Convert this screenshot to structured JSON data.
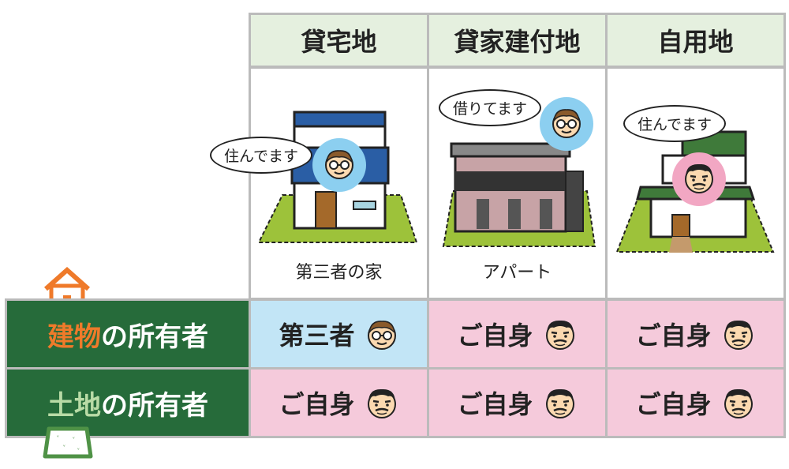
{
  "columns": [
    {
      "title": "貸宅地",
      "caption": "第三者の家",
      "speech": "住んでます"
    },
    {
      "title": "貸家建付地",
      "caption": "アパート",
      "speech": "借りてます"
    },
    {
      "title": "自用地",
      "caption": "",
      "speech": "住んでます"
    }
  ],
  "rows": {
    "building_owner": {
      "label_accent": "建物",
      "label_rest": "の所有者",
      "values": [
        "第三者",
        "ご自身",
        "ご自身"
      ]
    },
    "land_owner": {
      "label_accent": "土地",
      "label_rest": "の所有者",
      "values": [
        "ご自身",
        "ご自身",
        "ご自身"
      ]
    }
  },
  "colors": {
    "label_bg": "#266b3a",
    "building_accent": "#ef7a2a",
    "land_accent": "#b9dba6",
    "self_bg": "#f5cadb",
    "third_party_bg": "#c2e5f6",
    "header_bg": "#e5f0df"
  }
}
